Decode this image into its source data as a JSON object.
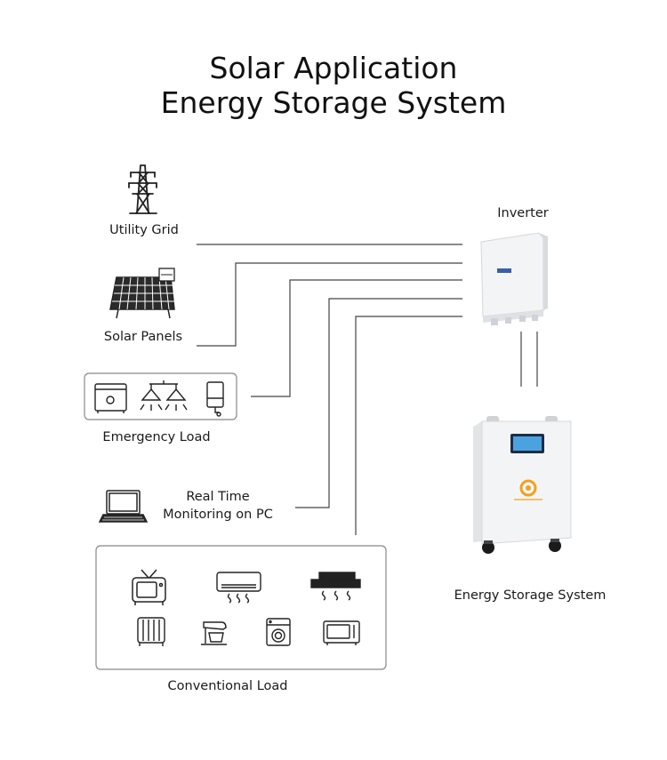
{
  "title": {
    "line1": "Solar Application",
    "line2": "Energy Storage System"
  },
  "labels": {
    "utility_grid": "Utility Grid",
    "solar_panels": "Solar Panels",
    "emergency_load": "Emergency Load",
    "monitoring_line1": "Real Time",
    "monitoring_line2": "Monitoring on PC",
    "conventional_load": "Conventional Load",
    "inverter": "Inverter",
    "energy_storage_system": "Energy Storage System"
  },
  "icons": {
    "grid": "transmission-tower-icon",
    "solar": "solar-panel-icon",
    "emergency": [
      "refrigerator-icon",
      "ceiling-lamp-icon",
      "ceiling-lamp-icon",
      "water-heater-icon"
    ],
    "monitoring": "laptop-icon",
    "conventional": [
      "tv-icon",
      "air-conditioner-icon",
      "range-hood-icon",
      "oil-heater-icon",
      "stand-mixer-icon",
      "washing-machine-icon",
      "microwave-oven-icon"
    ]
  },
  "colors": {
    "line": "#444444",
    "box_border": "#888888",
    "device_body": "#f1f2f4",
    "accent": "#f0a21c"
  }
}
